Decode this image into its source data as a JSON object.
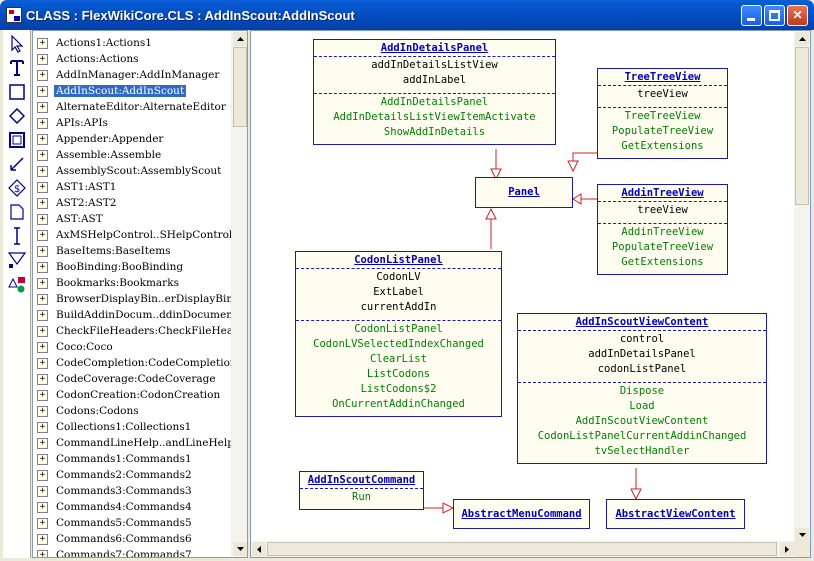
{
  "window": {
    "title": "CLASS : FlexWikiCore.CLS : AddInScout:AddInScout"
  },
  "toolbox": {
    "tools": [
      "pointer-icon",
      "text-icon",
      "rectangle-icon",
      "diamond-icon",
      "box-icon",
      "line-icon",
      "dollar-icon",
      "page-icon",
      "cursor-icon",
      "arrow-icon",
      "shapes-icon"
    ]
  },
  "tree": {
    "items": [
      "Actions1:Actions1",
      "Actions:Actions",
      "AddInManager:AddInManager",
      "AddInScout:AddInScout",
      "AlternateEditor:AlternateEditor",
      "APIs:APIs",
      "Appender:Appender",
      "Assemble:Assemble",
      "AssemblyScout:AssemblyScout",
      "AST1:AST1",
      "AST2:AST2",
      "AST:AST",
      "AxMSHelpControl..SHelpControls",
      "BaseItems:BaseItems",
      "BooBinding:BooBinding",
      "Bookmarks:Bookmarks",
      "BrowserDisplayBin..erDisplayBindin",
      "BuildAddinDocum..ddinDocumentat",
      "CheckFileHeaders:CheckFileHeaders",
      "Coco:Coco",
      "CodeCompletion:CodeCompletion",
      "CodeCoverage:CodeCoverage",
      "CodonCreation:CodonCreation",
      "Codons:Codons",
      "Collections1:Collections1",
      "CommandLineHelp..andLineHelper",
      "Commands1:Commands1",
      "Commands2:Commands2",
      "Commands3:Commands3",
      "Commands4:Commands4",
      "Commands5:Commands5",
      "Commands6:Commands6",
      "Commands7:Commands7"
    ],
    "selected_index": 3
  },
  "diagram": {
    "classes": {
      "addin_details_panel": {
        "name": "AddInDetailsPanel",
        "fields": [
          "addInDetailsListView",
          "addInLabel"
        ],
        "methods": [
          "AddInDetailsPanel",
          "AddInDetailsListViewItemActivate",
          "ShowAddInDetails"
        ]
      },
      "tree_tree_view": {
        "name": "TreeTreeView",
        "fields": [
          "treeView"
        ],
        "methods": [
          "TreeTreeView",
          "PopulateTreeView",
          "GetExtensions"
        ]
      },
      "panel": {
        "name": "Panel",
        "fields": [],
        "methods": []
      },
      "addin_tree_view": {
        "name": "AddinTreeView",
        "fields": [
          "treeView"
        ],
        "methods": [
          "AddinTreeView",
          "PopulateTreeView",
          "GetExtensions"
        ]
      },
      "codon_list_panel": {
        "name": "CodonListPanel",
        "fields": [
          "CodonLV",
          "ExtLabel",
          "currentAddIn"
        ],
        "methods": [
          "CodonListPanel",
          "CodonLVSelectedIndexChanged",
          "ClearList",
          "ListCodons",
          "ListCodons$2",
          "OnCurrentAddinChanged"
        ]
      },
      "addin_scout_view_content": {
        "name": "AddInScoutViewContent",
        "fields": [
          "control",
          "addInDetailsPanel",
          "codonListPanel"
        ],
        "methods": [
          "Dispose",
          "Load",
          "AddInScoutViewContent",
          "CodonListPanelCurrentAddinChanged",
          "tvSelectHandler"
        ]
      },
      "addin_scout_command": {
        "name": "AddInScoutCommand",
        "fields": [],
        "methods": [
          "Run"
        ]
      },
      "abstract_menu_command": {
        "name": "AbstractMenuCommand",
        "fields": [],
        "methods": []
      },
      "abstract_view_content": {
        "name": "AbstractViewContent",
        "fields": [],
        "methods": []
      }
    }
  },
  "colors": {
    "title_bar": "#0350c6",
    "selection": "#316ac5",
    "class_border": "#1a1aa6",
    "class_fill": "#fffcf0",
    "method_text": "#008000",
    "arrow": "#cc2222"
  }
}
